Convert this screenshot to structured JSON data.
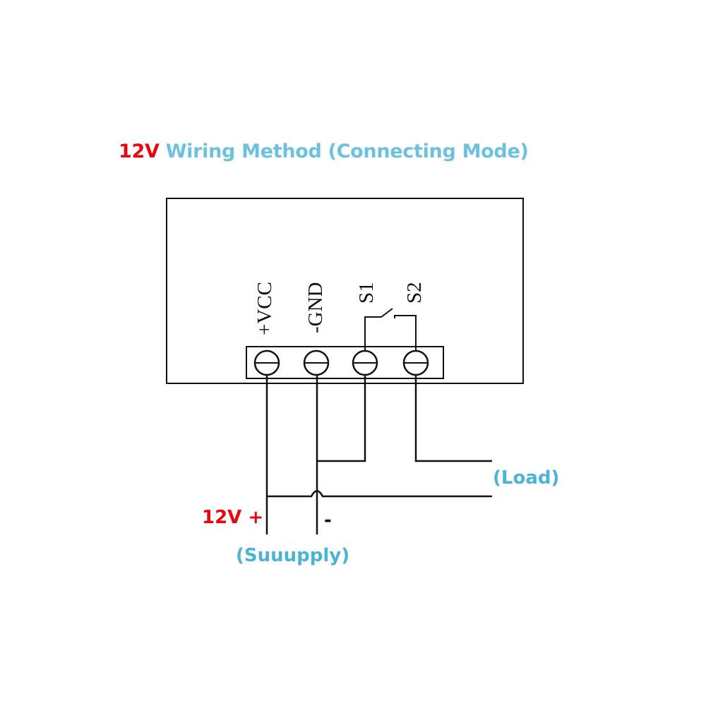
{
  "title": {
    "voltage": "12V",
    "text": "Wiring Method (Connecting Mode)"
  },
  "terminals": [
    {
      "label": "+VCC"
    },
    {
      "label": "-GND"
    },
    {
      "label": "S1"
    },
    {
      "label": "S2"
    }
  ],
  "labels": {
    "load": "(Load)",
    "supply_voltage": "12V +",
    "minus": "-",
    "supply": "(Suuupply)"
  },
  "colors": {
    "voltage_red": "#e8070c",
    "title_blue": "#6cc2de",
    "label_blue": "#4bb3d6",
    "wire": "#111111"
  }
}
